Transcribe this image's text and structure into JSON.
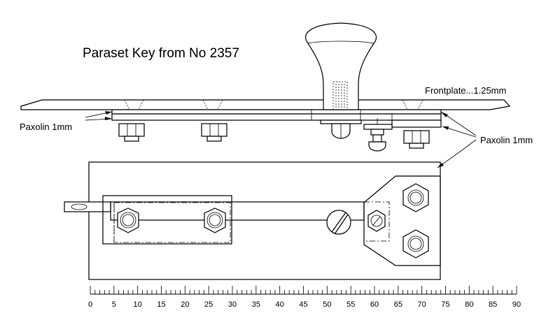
{
  "title": "Paraset Key from No 2357",
  "labels": {
    "frontplate": "Frontplate...1.25mm",
    "paxolin_left": "Paxolin 1mm",
    "paxolin_right": "Paxolin 1mm"
  },
  "scale": {
    "min": 0,
    "max": 90,
    "major_step": 5,
    "minor_step": 1,
    "tick_labels": [
      "0",
      "5",
      "10",
      "15",
      "20",
      "25",
      "30",
      "35",
      "40",
      "45",
      "50",
      "55",
      "60",
      "65",
      "70",
      "75",
      "80",
      "85",
      "90"
    ]
  }
}
